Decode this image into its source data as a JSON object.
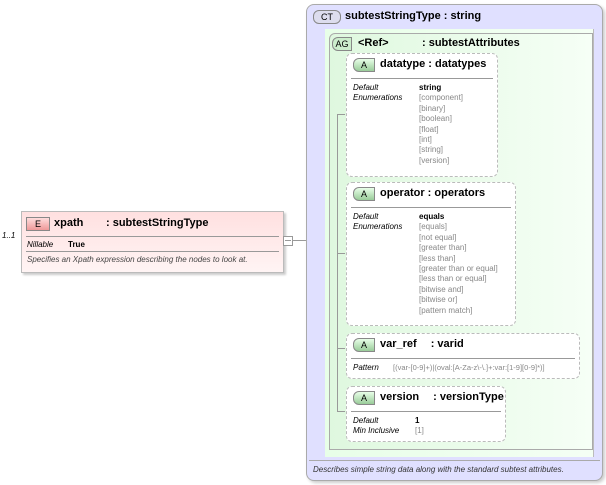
{
  "element": {
    "occurs": "1..1",
    "badge": "E",
    "name": "xpath",
    "type": ": subtestStringType",
    "nillable_label": "Nillable",
    "nillable_value": "True",
    "description": "Specifies an Xpath expression describing the nodes to look at."
  },
  "complex_type": {
    "badge": "CT",
    "name": "subtestStringType : string",
    "description": "Describes simple string data along with the standard subtest attributes."
  },
  "attribute_group": {
    "badge": "AG",
    "name": "<Ref>",
    "type": ": subtestAttributes"
  },
  "attributes": [
    {
      "badge": "A",
      "name": "datatype : datatypes",
      "default_label": "Default",
      "default": "string",
      "enum_label": "Enumerations",
      "enums": [
        "[component]",
        "[binary]",
        "[boolean]",
        "[float]",
        "[int]",
        "[string]",
        "[version]"
      ]
    },
    {
      "badge": "A",
      "name": "operator : operators",
      "default_label": "Default",
      "default": "equals",
      "enum_label": "Enumerations",
      "enums": [
        "[equals]",
        "[not equal]",
        "[greater than]",
        "[less than]",
        "[greater than or equal]",
        "[less than or equal]",
        "[bitwise and]",
        "[bitwise or]",
        "[pattern match]"
      ]
    },
    {
      "badge": "A",
      "name": "var_ref",
      "type": ": varid",
      "pattern_label": "Pattern",
      "pattern": "[(var-[0-9]+)|(oval:[A-Za-z\\-\\.]+:var:[1-9][0-9]*)]"
    },
    {
      "badge": "A",
      "name": "version",
      "type": ": versionType",
      "default_label": "Default",
      "default": "1",
      "min_label": "Min Inclusive",
      "min": "[1]"
    }
  ]
}
